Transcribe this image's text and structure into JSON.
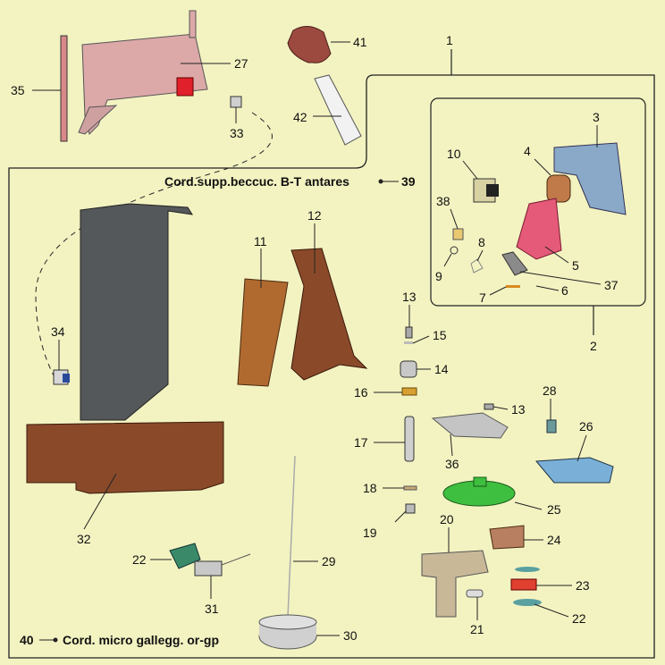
{
  "captions": {
    "c39": "Cord.supp.beccuc. B-T antares",
    "n39": "39",
    "n40": "40",
    "c40": "Cord. micro gallegg. or-gp"
  },
  "labels": {
    "p1": "1",
    "p2": "2",
    "p3": "3",
    "p4": "4",
    "p5": "5",
    "p6": "6",
    "p7": "7",
    "p8": "8",
    "p9": "9",
    "p10": "10",
    "p11": "11",
    "p12": "12",
    "p13a": "13",
    "p13b": "13",
    "p14": "14",
    "p15": "15",
    "p16": "16",
    "p17": "17",
    "p18": "18",
    "p19": "19",
    "p20": "20",
    "p21": "21",
    "p22a": "22",
    "p22b": "22",
    "p23": "23",
    "p24": "24",
    "p25": "25",
    "p26": "26",
    "p27": "27",
    "p28": "28",
    "p29": "29",
    "p30": "30",
    "p31": "31",
    "p32": "32",
    "p33": "33",
    "p34": "34",
    "p35": "35",
    "p36": "36",
    "p37": "37",
    "p38": "38",
    "p41": "41",
    "p42": "42"
  },
  "colors": {
    "background": "#f3f3c2",
    "outline": "#222222",
    "panel_pink": "#dca8a8",
    "column_gray": "#55585a",
    "brown": "#8a4a2a",
    "orange_brown": "#b06a30",
    "green": "#3fbf3f",
    "blue": "#7ab0d8",
    "pink_red": "#e45a78",
    "tan": "#c8b898"
  }
}
